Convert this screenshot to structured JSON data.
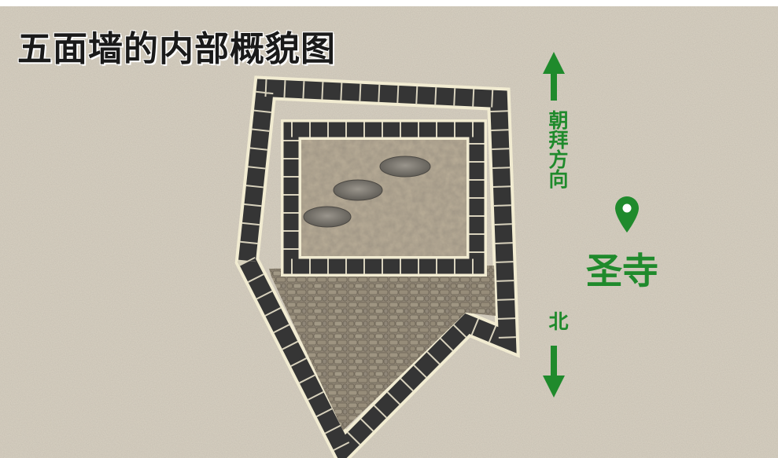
{
  "title": "五面墙的内部概貌图",
  "qibla_label": "朝拜方向",
  "north_label": "北",
  "holy_site_label": "圣寺",
  "colors": {
    "ground": "#d9d2c3",
    "accent_green": "#1f8a2c",
    "wall_stone": "#3a3a3a",
    "wall_outline": "#f2ecd2",
    "inner_floor": "#b8ab95",
    "paved_floor": "#8c8272"
  },
  "icons": {
    "up": "arrow-up-icon",
    "down": "arrow-down-icon",
    "pin": "location-pin-icon"
  }
}
